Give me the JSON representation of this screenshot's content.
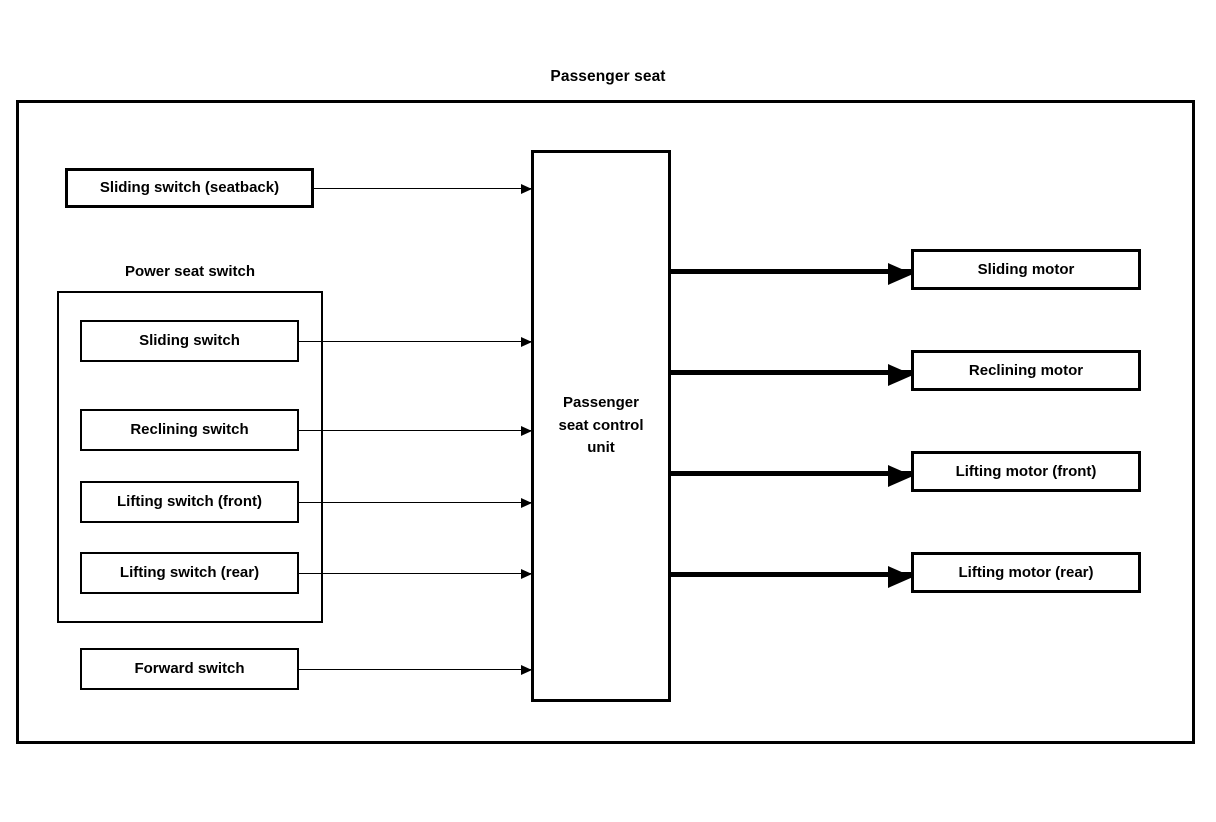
{
  "title": "Passenger seat",
  "control_unit": {
    "name": "passenger-seat-control-unit",
    "lines": [
      "Passenger",
      "seat control",
      "unit"
    ]
  },
  "group": {
    "label": "Power seat switch"
  },
  "inputs": [
    {
      "id": "sliding-switch-seatback",
      "label": "Sliding switch (seatback)"
    },
    {
      "id": "sliding-switch",
      "label": "Sliding switch"
    },
    {
      "id": "reclining-switch",
      "label": "Reclining switch"
    },
    {
      "id": "lifting-switch-front",
      "label": "Lifting switch (front)"
    },
    {
      "id": "lifting-switch-rear",
      "label": "Lifting switch (rear)"
    },
    {
      "id": "forward-switch",
      "label": "Forward switch"
    }
  ],
  "outputs": [
    {
      "id": "sliding-motor",
      "label": "Sliding motor"
    },
    {
      "id": "reclining-motor",
      "label": "Reclining motor"
    },
    {
      "id": "lifting-motor-front",
      "label": "Lifting motor (front)"
    },
    {
      "id": "lifting-motor-rear",
      "label": "Lifting motor (rear)"
    }
  ],
  "colors": {
    "line": "#000000",
    "background": "#ffffff",
    "text": "#000000"
  }
}
